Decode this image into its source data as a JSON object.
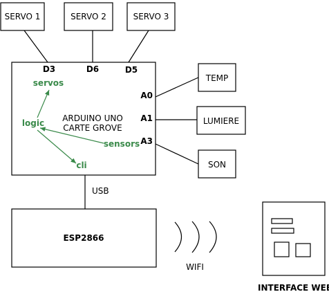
{
  "colors": {
    "line": "#000000",
    "accent_green": "#3a8a4a"
  },
  "servos": [
    "SERVO 1",
    "SERVO 2",
    "SERVO 3"
  ],
  "pins": {
    "digital": [
      "D3",
      "D6",
      "D5"
    ],
    "analog": [
      "A0",
      "A1",
      "A3"
    ]
  },
  "sensors": [
    "TEMP",
    "LUMIERE",
    "SON"
  ],
  "arduino": {
    "line1": "ARDUINO UNO",
    "line2": "CARTE GROVE"
  },
  "software": {
    "servos": "servos",
    "logic": "logic",
    "sensors": "sensors",
    "cli": "cli"
  },
  "usb_label": "USB",
  "esp_label": "ESP2866",
  "wifi_label": "WIFI",
  "web_label": "INTERFACE WEB"
}
